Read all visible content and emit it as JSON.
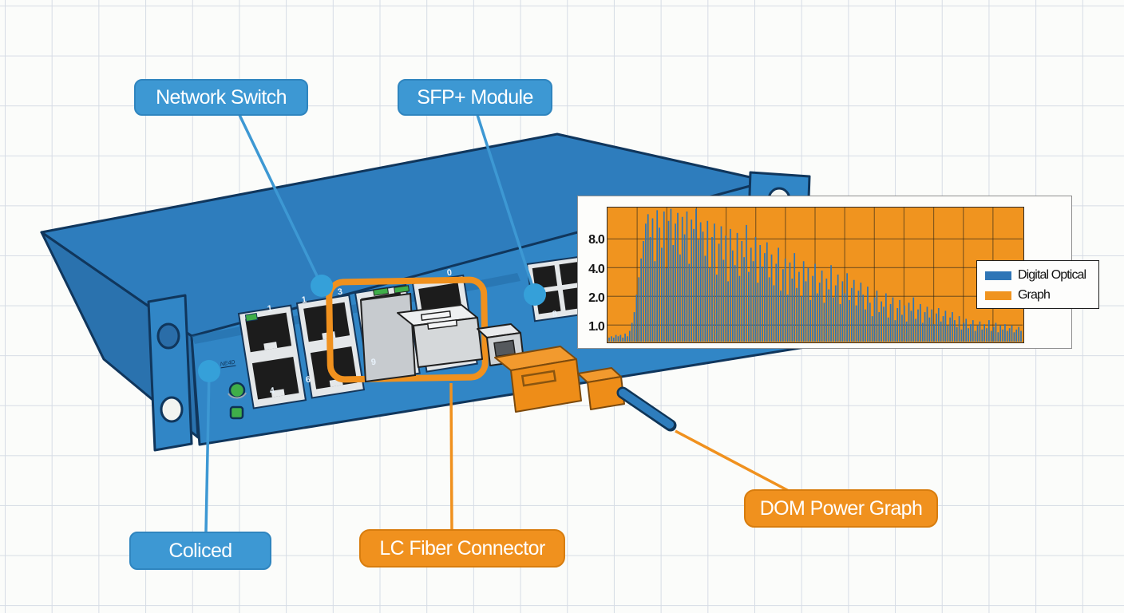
{
  "callouts": [
    {
      "id": "network-switch",
      "label": "Network Switch",
      "color": "blue"
    },
    {
      "id": "sfp-module",
      "label": "SFP+ Module",
      "color": "blue"
    },
    {
      "id": "coliced",
      "label": "Coliced",
      "color": "blue"
    },
    {
      "id": "lc-fiber-connector",
      "label": "LC Fiber Connector",
      "color": "orange"
    },
    {
      "id": "dom-power-graph",
      "label": "DOM Power Graph",
      "color": "orange"
    }
  ],
  "switch": {
    "port_labels_top": [
      "1",
      "1",
      "3",
      "0"
    ],
    "port_labels_bottom": [
      "4",
      "6",
      "9",
      "8"
    ],
    "led_caption": "NE4D"
  },
  "colors": {
    "page_bg": "#fbfcfa",
    "grid_line": "#d6dce5",
    "switch_blue_top": "#2e7dbd",
    "switch_blue_front": "#3186c6",
    "switch_blue_side": "#2a72ae",
    "outline_navy": "#10365c",
    "callout_blue": "#3d98d3",
    "callout_orange": "#f0911e",
    "chart_orange": "#f0941f",
    "series_blue": "#2e75b6",
    "led_green": "#3fae49",
    "anchor_dot_blue": "#35a0d9"
  },
  "chart_data": {
    "type": "line",
    "title": "",
    "xlabel": "",
    "ylabel": "",
    "y_axis": {
      "scale": "log2",
      "tick_labels": [
        "8.0",
        "4.0",
        "2.0",
        "1.0"
      ],
      "tick_values": [
        8,
        4,
        2,
        1
      ],
      "ymin": 0.67,
      "ymax": 17.1
    },
    "x_axis": {
      "tick_labels": [],
      "gridline_count": 14
    },
    "legend": [
      {
        "label": "Digital Optical",
        "color": "#2e75b6"
      },
      {
        "label": "Graph",
        "color": "#f0941f"
      }
    ],
    "legend_position": "right-overlap",
    "grid": true,
    "plot_background": "#f0941f",
    "series": [
      {
        "name": "Digital Optical",
        "color": "#2e75b6",
        "unit": "pct_of_plot_height",
        "values": [
          3,
          4,
          3,
          5,
          4,
          5,
          3,
          6,
          4,
          8,
          14,
          22,
          35,
          48,
          62,
          75,
          88,
          95,
          78,
          92,
          60,
          98,
          85,
          70,
          97,
          55,
          90,
          99,
          72,
          88,
          96,
          65,
          93,
          80,
          97,
          58,
          91,
          84,
          99,
          76,
          89,
          82,
          64,
          90,
          55,
          78,
          88,
          50,
          73,
          86,
          61,
          79,
          45,
          84,
          68,
          57,
          81,
          49,
          75,
          63,
          87,
          52,
          70,
          60,
          78,
          44,
          72,
          56,
          66,
          74,
          48,
          65,
          42,
          58,
          70,
          38,
          54,
          62,
          35,
          59,
          47,
          66,
          40,
          52,
          34,
          60,
          45,
          55,
          31,
          49,
          58,
          36,
          44,
          53,
          29,
          47,
          39,
          57,
          33,
          42,
          50,
          28,
          45,
          36,
          51,
          31,
          40,
          46,
          27,
          38,
          44,
          35,
          24,
          41,
          29,
          19,
          33,
          38,
          22,
          30,
          26,
          36,
          18,
          28,
          33,
          16,
          25,
          31,
          20,
          27,
          15,
          29,
          23,
          33,
          17,
          24,
          28,
          14,
          22,
          26,
          18,
          24,
          13,
          21,
          25,
          15,
          19,
          23,
          12,
          18,
          22,
          16,
          11,
          19,
          9,
          14,
          17,
          10,
          13,
          16,
          8,
          12,
          15,
          9,
          13,
          10,
          16,
          8,
          11,
          14,
          7,
          12,
          9,
          13,
          8,
          10,
          12,
          7,
          9,
          11,
          8
        ]
      }
    ]
  }
}
